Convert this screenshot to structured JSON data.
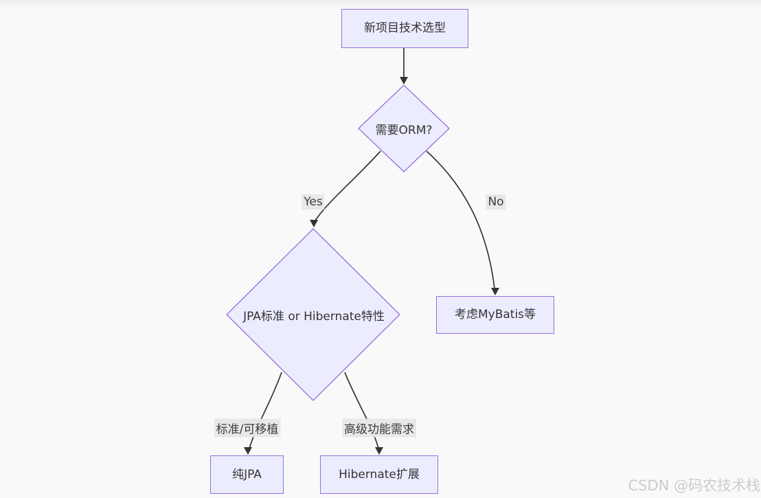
{
  "diagram": {
    "nodes": {
      "start": {
        "label": "新项目技术选型",
        "type": "rect"
      },
      "orm_decision": {
        "label": "需要ORM?",
        "type": "diamond"
      },
      "jpa_decision": {
        "label": "JPA标准 or Hibernate特性",
        "type": "diamond"
      },
      "mybatis": {
        "label": "考虑MyBatis等",
        "type": "rect"
      },
      "pure_jpa": {
        "label": "纯JPA",
        "type": "rect"
      },
      "hibernate_ext": {
        "label": "Hibernate扩展",
        "type": "rect"
      }
    },
    "edges": [
      {
        "from": "start",
        "to": "orm_decision",
        "label": ""
      },
      {
        "from": "orm_decision",
        "to": "jpa_decision",
        "label": "Yes"
      },
      {
        "from": "orm_decision",
        "to": "mybatis",
        "label": "No"
      },
      {
        "from": "jpa_decision",
        "to": "pure_jpa",
        "label": "标准/可移植"
      },
      {
        "from": "jpa_decision",
        "to": "hibernate_ext",
        "label": "高级功能需求"
      }
    ],
    "edge_labels": {
      "yes": "Yes",
      "no": "No",
      "standard_portable": "标准/可移植",
      "advanced_features": "高级功能需求"
    },
    "colors": {
      "node_fill": "#ECECFF",
      "node_border": "#9370DB",
      "edge": "#333333",
      "background": "#f9f9f9",
      "label_bg": "#e8e8e8",
      "text": "#333333"
    }
  },
  "watermark": {
    "text": "CSDN @码农技术栈"
  }
}
